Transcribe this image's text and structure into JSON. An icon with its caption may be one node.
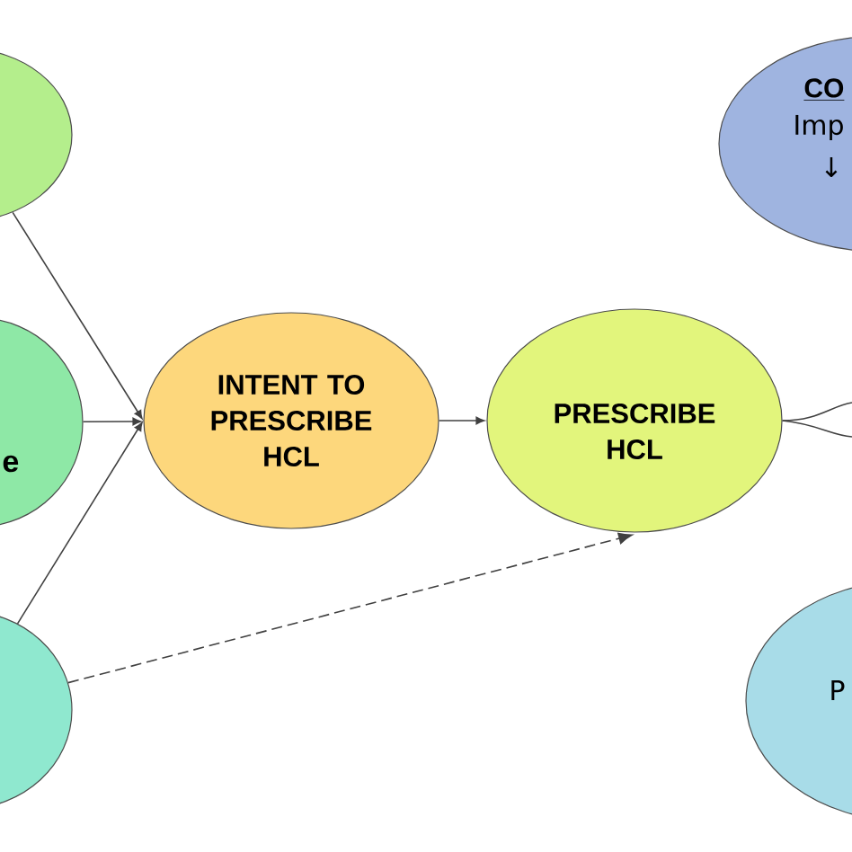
{
  "diagram": {
    "nodes": [
      {
        "text": [],
        "shape": "circle"
      },
      {
        "text": [
          "e"
        ]
      },
      {
        "text": [],
        "shape": "circle"
      },
      {
        "text": [
          "INTENT TO PRESCRIBE HCL"
        ]
      },
      {
        "text": [
          "PRESCRIBE HCL"
        ]
      },
      {
        "text": [
          "CO",
          "Imp",
          "↓"
        ]
      },
      {
        "text": [
          "P"
        ]
      }
    ],
    "edges": [
      {
        "from": 0,
        "to": 3,
        "arrow": "to"
      },
      {
        "from": 1,
        "to": 3,
        "arrow": "to"
      },
      {
        "from": 2,
        "to": 3,
        "arrow": "to"
      },
      {
        "from": 3,
        "to": 4,
        "arrow": "to"
      },
      {
        "from": 2,
        "to": 4,
        "arrow": "to",
        "style": "dashed"
      },
      {
        "from": 4,
        "to": null,
        "arrow": "none"
      },
      {
        "from": 4,
        "to": null,
        "arrow": "none"
      }
    ]
  }
}
